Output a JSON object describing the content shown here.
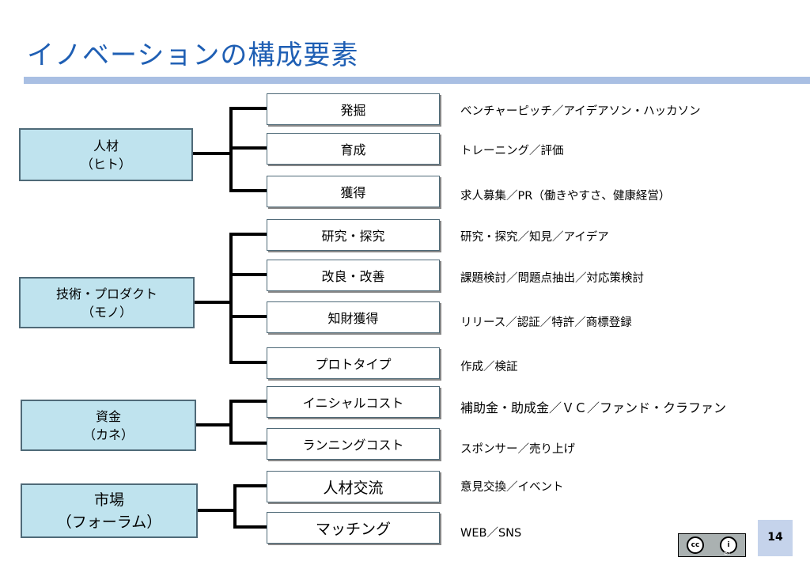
{
  "title": "イノベーションの構成要素",
  "groups": [
    {
      "line1": "人材",
      "line2": "（ヒト）",
      "items": [
        {
          "label": "発掘",
          "desc": "ベンチャーピッチ／アイデアソン・ハッカソン"
        },
        {
          "label": "育成",
          "desc": "トレーニング／評価"
        },
        {
          "label": "獲得",
          "desc": "求人募集／PR（働きやすさ、健康経営）"
        }
      ]
    },
    {
      "line1": "技術・プロダクト",
      "line2": "（モノ）",
      "items": [
        {
          "label": "研究・探究",
          "desc": "研究・探究／知見／アイデア"
        },
        {
          "label": "改良・改善",
          "desc": "課題検討／問題点抽出／対応策検討"
        },
        {
          "label": "知財獲得",
          "desc": "リリース／認証／特許／商標登録"
        },
        {
          "label": "プロトタイプ",
          "desc": "作成／検証"
        }
      ]
    },
    {
      "line1": "資金",
      "line2": "（カネ）",
      "items": [
        {
          "label": "イニシャルコスト",
          "desc": "補助金・助成金／ＶＣ／ファンド・クラファン"
        },
        {
          "label": "ランニングコスト",
          "desc": "スポンサー／売り上げ"
        }
      ]
    },
    {
      "line1": "市場",
      "line2": "（フォーラム）",
      "items": [
        {
          "label": "人材交流",
          "desc": "意見交換／イベント"
        },
        {
          "label": "マッチング",
          "desc": "WEB／SNS"
        }
      ]
    }
  ],
  "page_number": "14",
  "license": {
    "cc": "cc",
    "person": "i",
    "by": "BY"
  },
  "colors": {
    "title": "#1f5fb4",
    "rule": "#a9bfe3",
    "category_fill": "#bfe3ee",
    "page_box": "#c5d3eb"
  }
}
